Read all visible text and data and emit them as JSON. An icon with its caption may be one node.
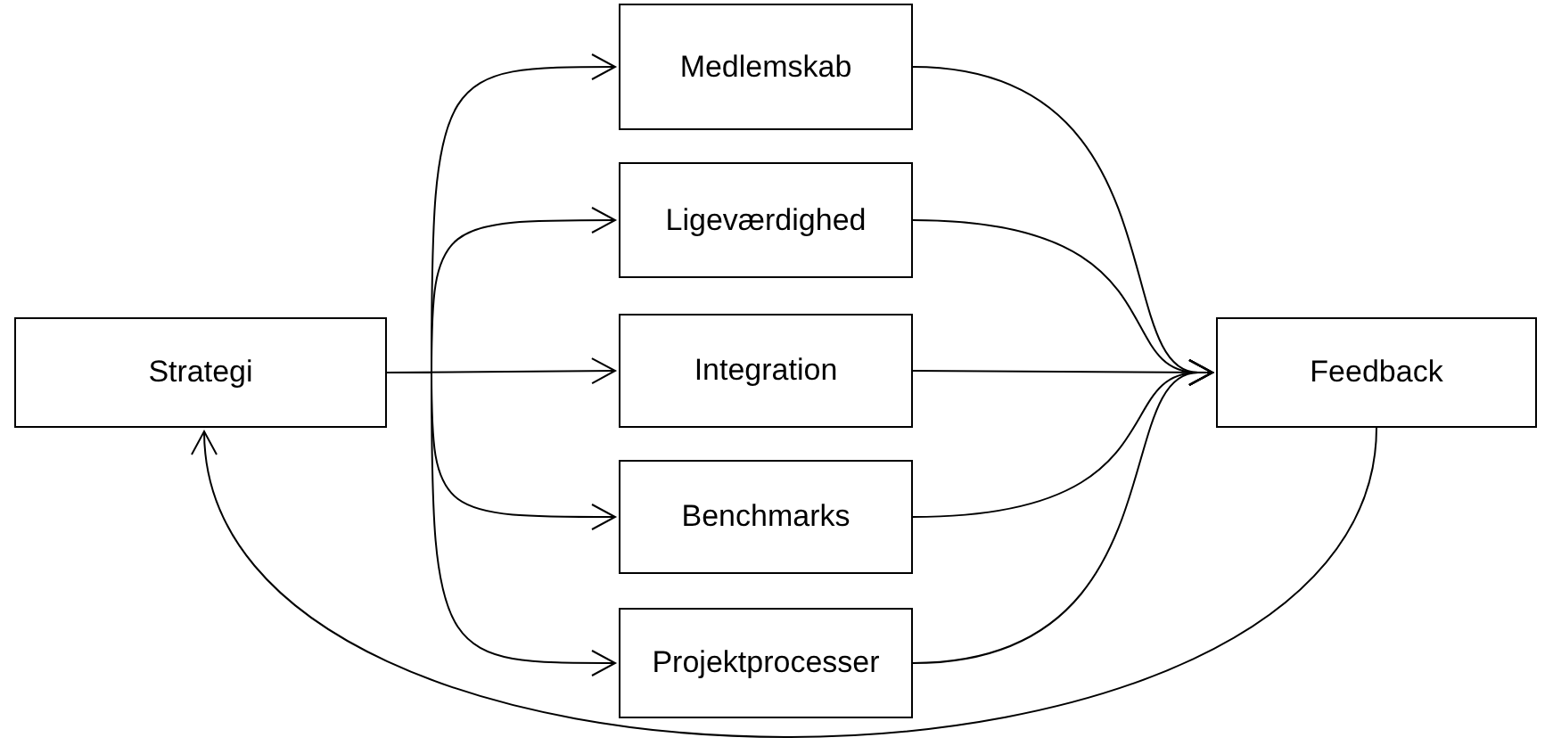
{
  "diagram": {
    "nodes": [
      {
        "text": [
          "Strategi"
        ]
      },
      {
        "text": [
          "Medlemskab"
        ]
      },
      {
        "text": [
          "Ligeværdighed"
        ]
      },
      {
        "text": [
          "Integration"
        ]
      },
      {
        "text": [
          "Benchmarks"
        ]
      },
      {
        "text": [
          "Projektprocesser"
        ]
      },
      {
        "text": [
          "Feedback"
        ]
      }
    ],
    "edges": [
      {
        "from": 0,
        "to": 1,
        "arrow": "to"
      },
      {
        "from": 0,
        "to": 2,
        "arrow": "to"
      },
      {
        "from": 0,
        "to": 3,
        "arrow": "to"
      },
      {
        "from": 0,
        "to": 4,
        "arrow": "to"
      },
      {
        "from": 0,
        "to": 5,
        "arrow": "to"
      },
      {
        "from": 1,
        "to": 6,
        "arrow": "to"
      },
      {
        "from": 2,
        "to": 6,
        "arrow": "to"
      },
      {
        "from": 3,
        "to": 6,
        "arrow": "to"
      },
      {
        "from": 4,
        "to": 6,
        "arrow": "to"
      },
      {
        "from": 5,
        "to": 6,
        "arrow": "to"
      },
      {
        "from": 6,
        "to": 0,
        "arrow": "to"
      }
    ]
  }
}
